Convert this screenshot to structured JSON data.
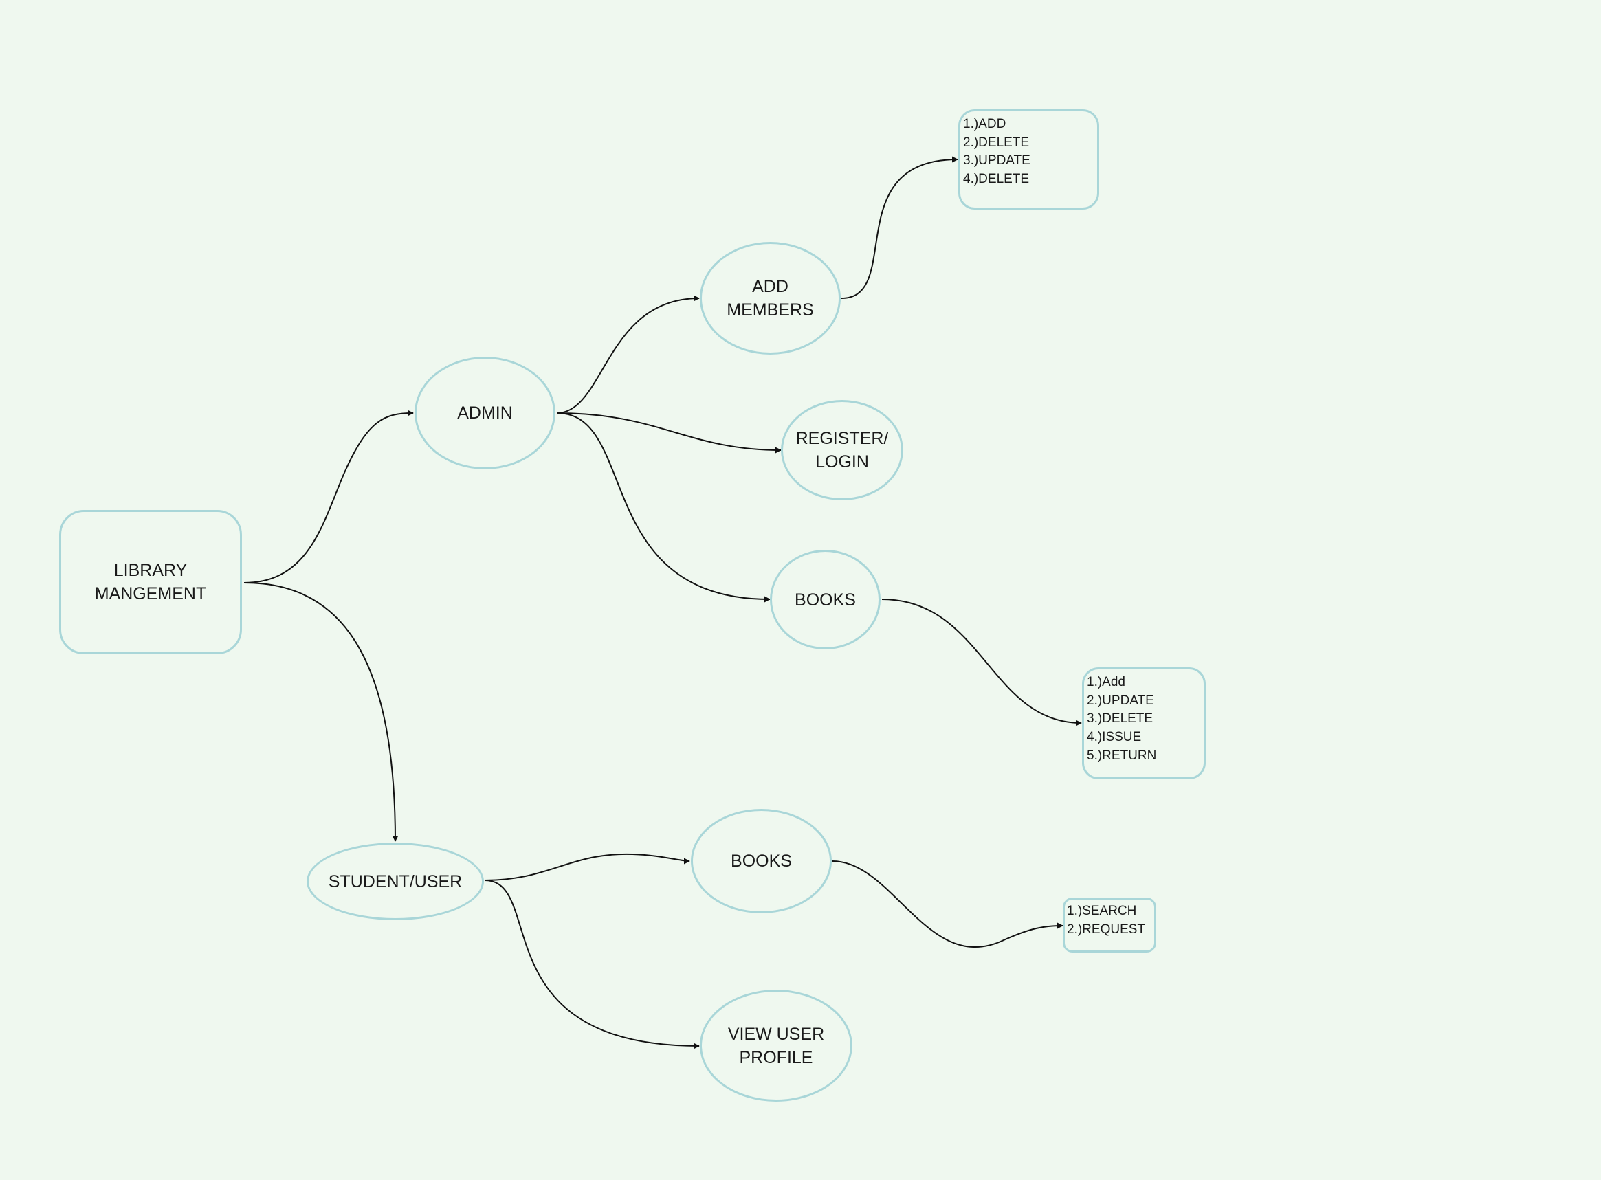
{
  "diagram": {
    "nodes": {
      "library": {
        "lines": [
          "LIBRARY",
          "MANGEMENT"
        ]
      },
      "admin": {
        "lines": [
          "ADMIN"
        ]
      },
      "add_members": {
        "lines": [
          "ADD",
          "MEMBERS"
        ]
      },
      "register_login": {
        "lines": [
          "REGISTER/",
          "LOGIN"
        ]
      },
      "admin_books": {
        "lines": [
          "BOOKS"
        ]
      },
      "student_user": {
        "lines": [
          "STUDENT/USER"
        ]
      },
      "user_books": {
        "lines": [
          "BOOKS"
        ]
      },
      "view_profile": {
        "lines": [
          "VIEW USER",
          "PROFILE"
        ]
      }
    },
    "lists": {
      "members_ops": [
        "1.)ADD",
        "2.)DELETE",
        "3.)UPDATE",
        "4.)DELETE"
      ],
      "admin_book_ops": [
        "1.)Add",
        "2.)UPDATE",
        "3.)DELETE",
        "4.)ISSUE",
        "5.)RETURN"
      ],
      "user_book_ops": [
        "1.)SEARCH",
        "2.)REQUEST"
      ]
    },
    "edges": [
      {
        "from": "library",
        "to": "admin"
      },
      {
        "from": "library",
        "to": "student_user"
      },
      {
        "from": "admin",
        "to": "add_members"
      },
      {
        "from": "admin",
        "to": "register_login"
      },
      {
        "from": "admin",
        "to": "admin_books"
      },
      {
        "from": "add_members",
        "to": "members_ops"
      },
      {
        "from": "admin_books",
        "to": "admin_book_ops"
      },
      {
        "from": "student_user",
        "to": "user_books"
      },
      {
        "from": "student_user",
        "to": "view_profile"
      },
      {
        "from": "user_books",
        "to": "user_book_ops"
      }
    ],
    "colors": {
      "background": "#eff8ef",
      "node_border": "#a9d6d8",
      "edge": "#111111",
      "text": "#1a1a1a"
    }
  }
}
